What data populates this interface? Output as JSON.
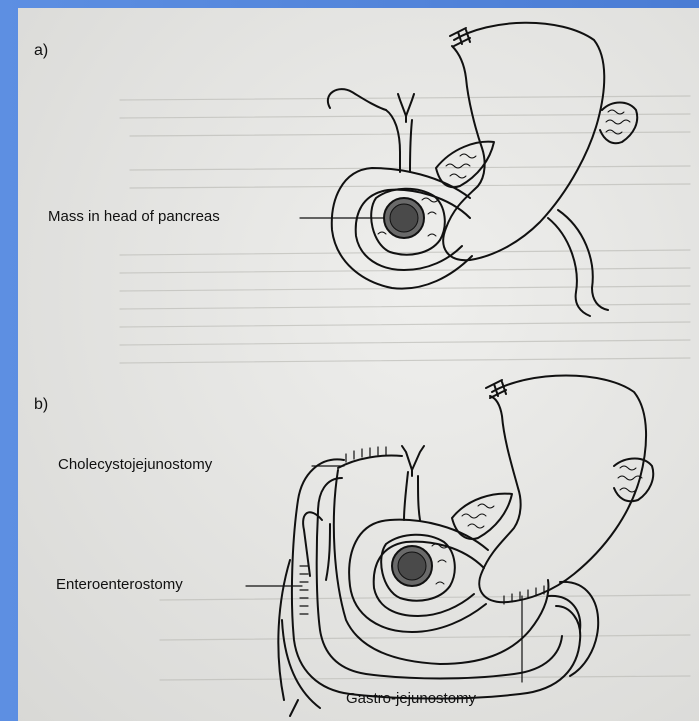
{
  "panel_a": {
    "letter": "a)",
    "labels": {
      "mass": "Mass in head of pancreas"
    }
  },
  "panel_b": {
    "letter": "b)",
    "labels": {
      "cholecystojejunostomy": "Cholecystojejunostomy",
      "enteroenterostomy": "Enteroenterostomy",
      "gastrojejunostomy": "Gastro-jejunostomy"
    }
  },
  "colors": {
    "frame": "#4f7fd6",
    "paper": "#e6e6e3",
    "ink": "#111111"
  }
}
